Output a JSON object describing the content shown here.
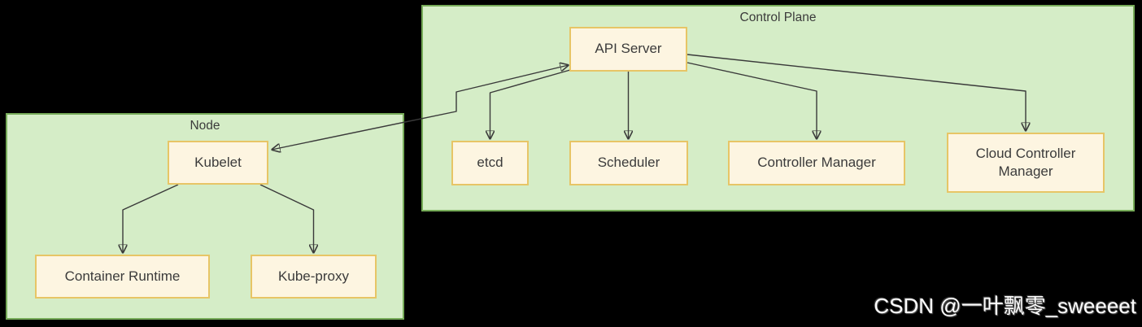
{
  "diagram": {
    "type": "architecture-diagram",
    "subject": "Kubernetes cluster components"
  },
  "groups": {
    "control_plane": {
      "label": "Control Plane"
    },
    "node": {
      "label": "Node"
    }
  },
  "nodes": {
    "api_server": {
      "label": "API Server"
    },
    "etcd": {
      "label": "etcd"
    },
    "scheduler": {
      "label": "Scheduler"
    },
    "controller_manager": {
      "label": "Controller Manager"
    },
    "cloud_controller_manager": {
      "label": "Cloud Controller Manager"
    },
    "kubelet": {
      "label": "Kubelet"
    },
    "container_runtime": {
      "label": "Container Runtime"
    },
    "kube_proxy": {
      "label": "Kube-proxy"
    }
  },
  "edges": [
    {
      "from": "API Server",
      "to": "etcd",
      "bidirectional": false
    },
    {
      "from": "API Server",
      "to": "Scheduler",
      "bidirectional": false
    },
    {
      "from": "API Server",
      "to": "Controller Manager",
      "bidirectional": false
    },
    {
      "from": "API Server",
      "to": "Cloud Controller Manager",
      "bidirectional": false
    },
    {
      "from": "API Server",
      "to": "Kubelet",
      "bidirectional": true
    },
    {
      "from": "Kubelet",
      "to": "Container Runtime",
      "bidirectional": false
    },
    {
      "from": "Kubelet",
      "to": "Kube-proxy",
      "bidirectional": false
    }
  ],
  "watermark": {
    "text": "CSDN @一叶飘零_sweeeet"
  },
  "colors": {
    "background": "#000000",
    "group_fill": "#d5edc7",
    "group_border": "#76ab58",
    "node_fill": "#fdf5e1",
    "node_border": "#e7c566",
    "text": "#3b3b3b",
    "edge": "#3a3a3a",
    "watermark_text": "#ffffff"
  }
}
